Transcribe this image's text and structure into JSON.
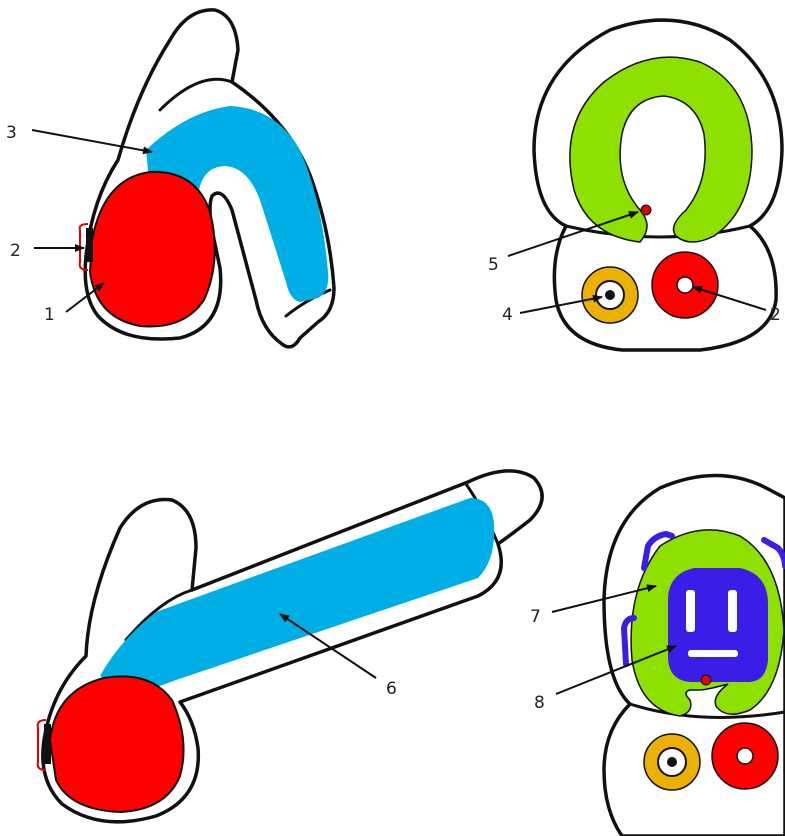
{
  "labels": {
    "l1": "1",
    "l2": "2",
    "l3": "3",
    "l4": "4",
    "l5": "5",
    "l2b": "2",
    "l6": "6",
    "l7": "7",
    "l8": "8"
  },
  "colors": {
    "red": "#ff0000",
    "blue": "#00aee6",
    "green": "#8ee000",
    "yellow": "#ecb000",
    "purple": "#3a1ee8",
    "outline": "#111111",
    "background": "#ffffff"
  }
}
